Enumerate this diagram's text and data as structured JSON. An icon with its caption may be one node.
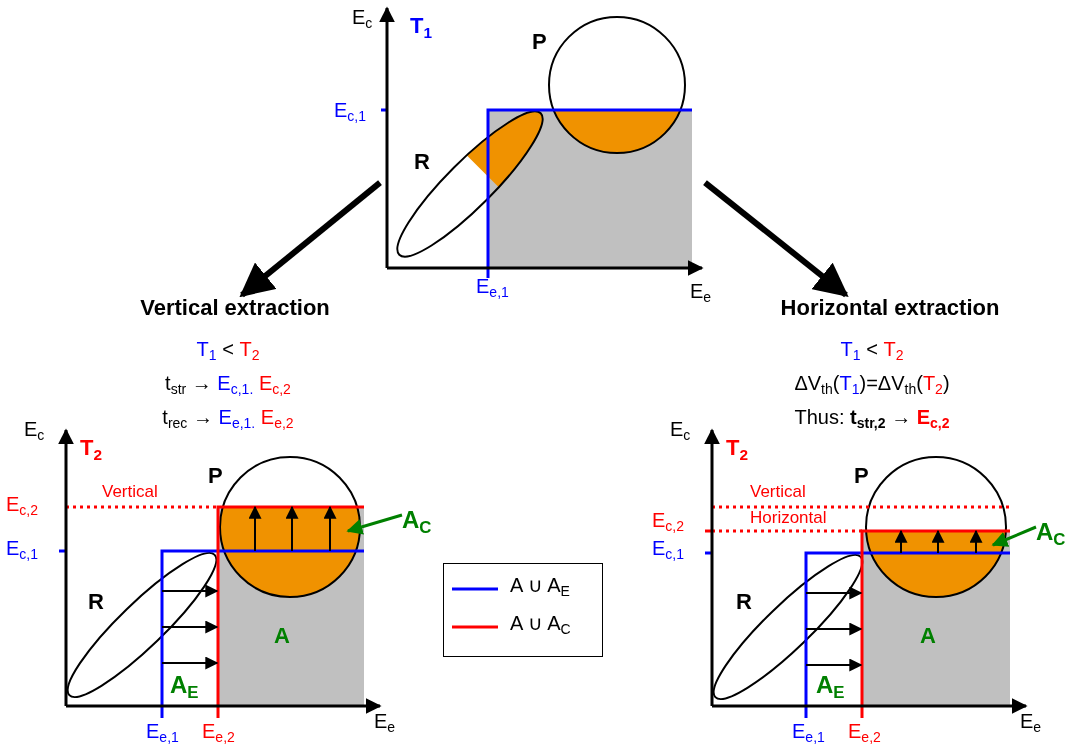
{
  "diagram": {
    "nodes": [
      {
        "text": [],
        "shape": "picture"
      },
      {
        "text": [
          "Vertical extraction"
        ]
      },
      {
        "text": [
          "Horizontal extraction"
        ]
      },
      {
        "text": [
          "A$_{C}$"
        ]
      },
      {
        "text": [
          "A$_{C}$"
        ]
      },
      {
        "text": [],
        "shape": "circle"
      },
      {
        "text": [],
        "shape": "circle"
      }
    ],
    "edges": [
      {
        "from": 0,
        "to": 1,
        "arrow": "to",
        "style": "thick"
      },
      {
        "from": 0,
        "to": 2,
        "arrow": "to",
        "style": "thick"
      },
      {
        "from": 3,
        "to": 5,
        "arrow": "to",
        "color": "#008000"
      },
      {
        "from": 4,
        "to": 6,
        "arrow": "to",
        "color": "#008000"
      }
    ],
    "labels": [
      "E$_{c}$",
      "T$_{1}$",
      "P",
      "E$_{c,1}$",
      "R",
      "E$_{e,1}$",
      "E$_{e}$",
      "T$_{1}$",
      "<",
      "T$_{2}$",
      "t$_{str}$ →",
      "E$_{c,1.}$",
      "E$_{c,2}$",
      "t$_{rec}$ →",
      "E$_{e,1.}$",
      "E$_{e,2}$",
      "T$_{1}$",
      "<",
      "T$_{2}$",
      "ΔV$_{th}$(",
      "T$_{1}$",
      ")=ΔV$_{th}$(",
      "T$_{2}$",
      ")",
      "Thus:",
      "t$_{str,2}$",
      "→",
      "E$_{c,2}$",
      "E$_{c}$",
      "T$_{2}$",
      "Vertical",
      "E$_{c,2}$",
      "P",
      "E$_{c,1}$",
      "R",
      "A",
      "A$_{E}$",
      "E$_{e,1}$",
      "E$_{e,2}$",
      "E$_{e}$",
      "E$_{c}$",
      "T$_{2}$",
      "Vertical",
      "P",
      "E$_{c,2}$",
      "Horizontal",
      "E$_{c,1}$",
      "R",
      "A",
      "A$_{E}$",
      "E$_{e,1}$",
      "E$_{e,2}$",
      "E$_{e}$"
    ],
    "legend": [
      {
        "text": "A ∪ A$_{E}$"
      },
      {
        "text": "A ∪ A$_{C}$"
      }
    ]
  }
}
